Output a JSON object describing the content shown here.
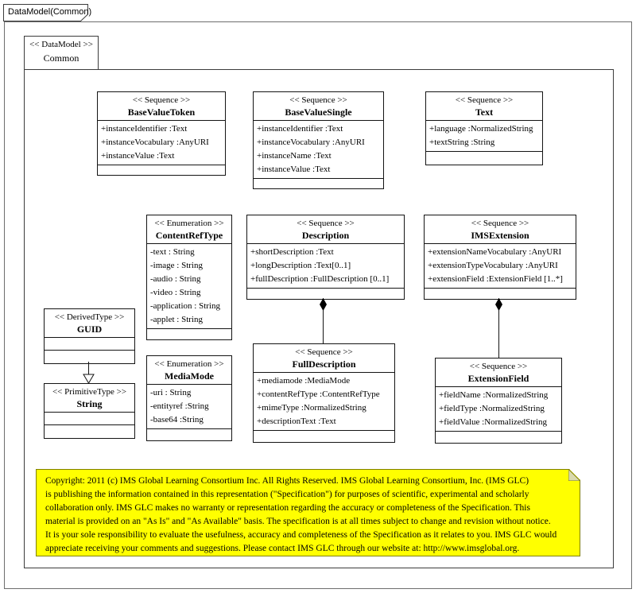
{
  "tab": {
    "label": "DataModel(Common)"
  },
  "package": {
    "stereotype": "<< DataModel >>",
    "name": "Common"
  },
  "classes": [
    {
      "stereotype": "<< Sequence >>",
      "name": "BaseValueToken",
      "attributes": [
        "+instanceIdentifier  :Text",
        "+instanceVocabulary  :AnyURI",
        "+instanceValue  :Text"
      ]
    },
    {
      "stereotype": "<< Sequence >>",
      "name": "BaseValueSingle",
      "attributes": [
        "+instanceIdentifier  :Text",
        "+instanceVocabulary  :AnyURI",
        "+instanceName  :Text",
        "+instanceValue  :Text"
      ]
    },
    {
      "stereotype": "<< Sequence >>",
      "name": "Text",
      "attributes": [
        "+language  :NormalizedString",
        "+textString  :String"
      ]
    },
    {
      "stereotype": "<< Enumeration >>",
      "name": "ContentRefType",
      "attributes": [
        "-text : String",
        "-image : String",
        "-audio : String",
        "-video : String",
        "-application  : String",
        "-applet : String"
      ]
    },
    {
      "stereotype": "<< Sequence >>",
      "name": "Description",
      "attributes": [
        "+shortDescription  :Text",
        "+longDescription  :Text[0..1]",
        "+fullDescription  :FullDescription  [0..1]"
      ]
    },
    {
      "stereotype": "<< Sequence >>",
      "name": "IMSExtension",
      "attributes": [
        "+extensionNameVocabulary  :AnyURI",
        "+extensionTypeVocabulary  :AnyURI",
        "+extensionField  :ExtensionField  [1..*]"
      ]
    },
    {
      "stereotype": "<< DerivedType >>",
      "name": "GUID",
      "attributes": []
    },
    {
      "stereotype": "<< Enumeration >>",
      "name": "MediaMode",
      "attributes": [
        "-uri : String",
        "-entityref  :String",
        "-base64 :String"
      ]
    },
    {
      "stereotype": "<< Sequence >>",
      "name": "FullDescription",
      "attributes": [
        "+mediamode  :MediaMode",
        "+contentRefType  :ContentRefType",
        "+mimeType  :NormalizedString",
        "+descriptionText  :Text"
      ]
    },
    {
      "stereotype": "<< Sequence >>",
      "name": "ExtensionField",
      "attributes": [
        "+fieldName  :NormalizedString",
        "+fieldType  :NormalizedString",
        "+fieldValue  :NormalizedString"
      ]
    },
    {
      "stereotype": "<< PrimitiveType >>",
      "name": "String",
      "attributes": []
    }
  ],
  "relations": [
    {
      "type": "composition",
      "from": "Description",
      "to": "FullDescription"
    },
    {
      "type": "composition",
      "from": "IMSExtension",
      "to": "ExtensionField"
    },
    {
      "type": "generalization",
      "from": "GUID",
      "to": "String"
    }
  ],
  "note": {
    "background": "#ffff00",
    "border": "#808000",
    "lines": [
      "Copyright: 2011 (c) IMS Global Learning Consortium Inc.   All Rights Reserved.   IMS Global Learning Consortium, Inc. (IMS GLC)",
      "is publishing the information contained in this representation (\"Specification\") for purposes of scientific, experimental and scholarly",
      "collaboration only.   IMS GLC makes no warranty or representation regarding the accuracy or completeness of the Specification.   This",
      "material is provided on an \"As Is\" and \"As Available\" basis.   The specification is at all times subject to change and revision without notice.",
      "It is your sole responsibility to evaluate the usefulness, accuracy and completeness of the Specification as it relates to you.   IMS GLC would",
      "appreciate receiving your comments and suggestions.   Please contact IMS GLC through our website at: http://www.imsglobal.org."
    ]
  }
}
